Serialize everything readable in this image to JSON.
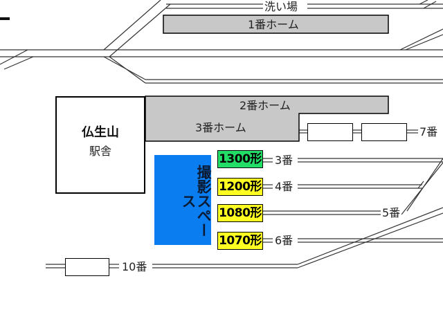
{
  "station": {
    "name": "仏生山",
    "sub": "駅舎"
  },
  "labels": {
    "wash_area": "洗い場",
    "platform1": "1番ホーム",
    "platform2": "2番ホーム",
    "platform3": "3番ホーム",
    "photo_space": "撮影スペース"
  },
  "tracks": {
    "t3": "3番",
    "t4": "4番",
    "t5": "5番",
    "t6": "6番",
    "t7": "7番",
    "t10": "10番"
  },
  "trains": [
    {
      "label": "1300形",
      "color": "#22dd66"
    },
    {
      "label": "1200形",
      "color": "#ffff22"
    },
    {
      "label": "1080形",
      "color": "#ffff22"
    },
    {
      "label": "1070形",
      "color": "#ffff22"
    }
  ],
  "colors": {
    "platform": "#c8c8c8",
    "photo_space": "#0a7ef0"
  }
}
